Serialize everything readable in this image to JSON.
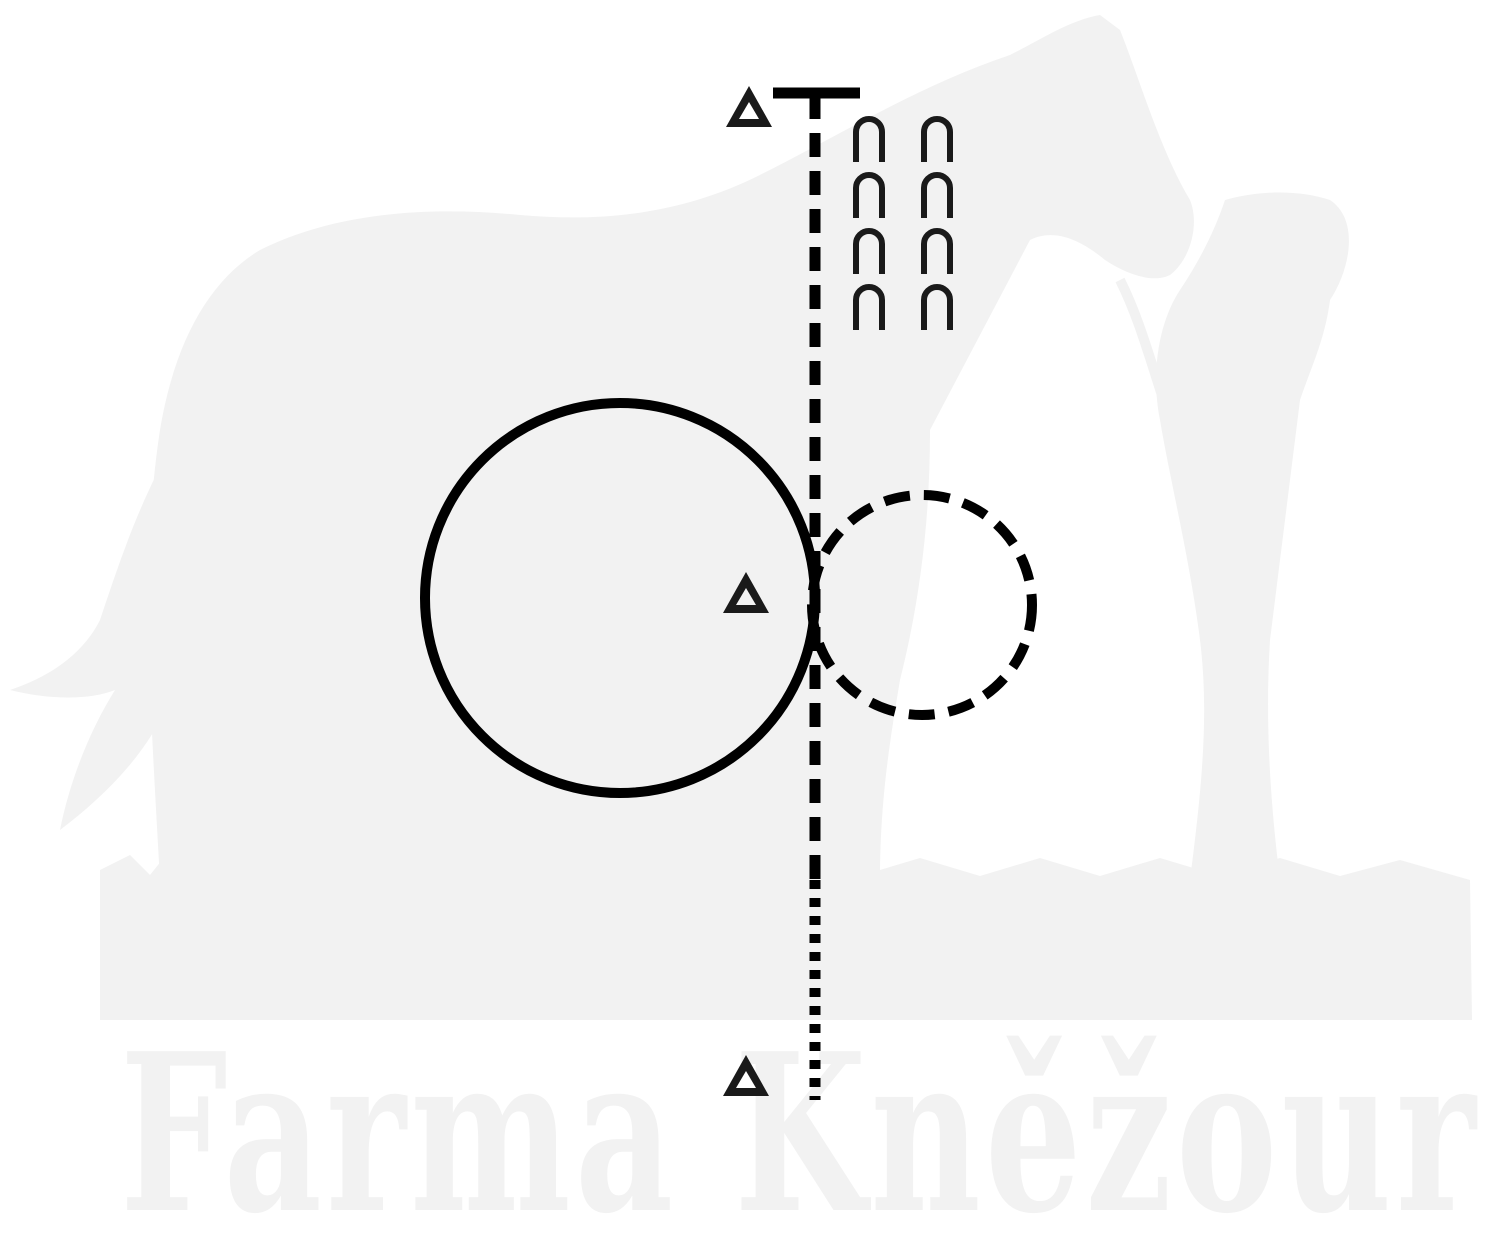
{
  "diagram": {
    "kind": "horse trail / ground-work course pattern",
    "line_color": "#000000",
    "marker_color": "#1a1a1a",
    "elements": {
      "cone_markers": [
        "cone-marker-top",
        "cone-marker-middle",
        "cone-marker-bottom"
      ],
      "path_line_style": [
        "dashed (upper section)",
        "dotted (lower section)"
      ],
      "start_bar": "start-line-bar",
      "obstacle_rows": 4,
      "obstacle_columns": 2,
      "large_circle_style": "solid",
      "small_circle_style": "dashed"
    }
  },
  "watermark": {
    "brand": "Farma Kněžour",
    "color": "#f2f2f2",
    "image": "horse-and-rider-silhouette"
  }
}
